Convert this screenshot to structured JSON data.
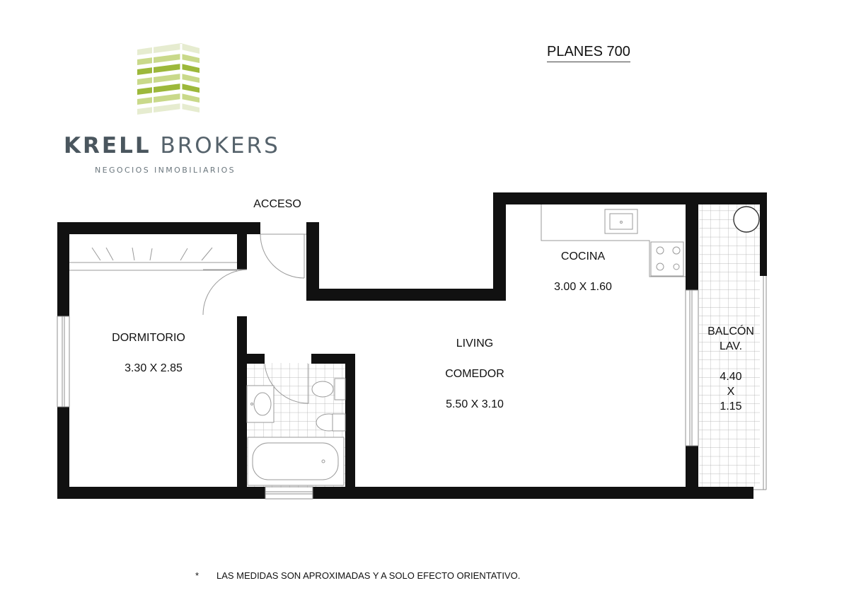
{
  "brand": {
    "name_bold": "KRELL",
    "name_light": "BROKERS",
    "tagline": "NEGOCIOS INMOBILIARIOS",
    "logo_colors": [
      "#9cb83a",
      "#c9d98a",
      "#e6ecd0"
    ]
  },
  "plan_title": "PLANES 700",
  "access_label": "ACCESO",
  "rooms": {
    "dormitorio": {
      "name": "DORMITORIO",
      "dims": "3.30 X 2.85"
    },
    "living": {
      "line1": "LIVING",
      "line2": "COMEDOR",
      "dims": "5.50 X 3.10"
    },
    "cocina": {
      "name": "COCINA",
      "dims": "3.00 X 1.60"
    },
    "balcon": {
      "line1": "BALCÓN",
      "line2": "LAV.",
      "dim1": "4.40",
      "dim2": "X",
      "dim3": "1.15"
    }
  },
  "footnote": {
    "mark": "*",
    "text": "LAS MEDIDAS SON APROXIMADAS Y A SOLO EFECTO ORIENTATIVO."
  },
  "colors": {
    "wall": "#111111",
    "line": "#9a9a9a",
    "text": "#111111"
  }
}
